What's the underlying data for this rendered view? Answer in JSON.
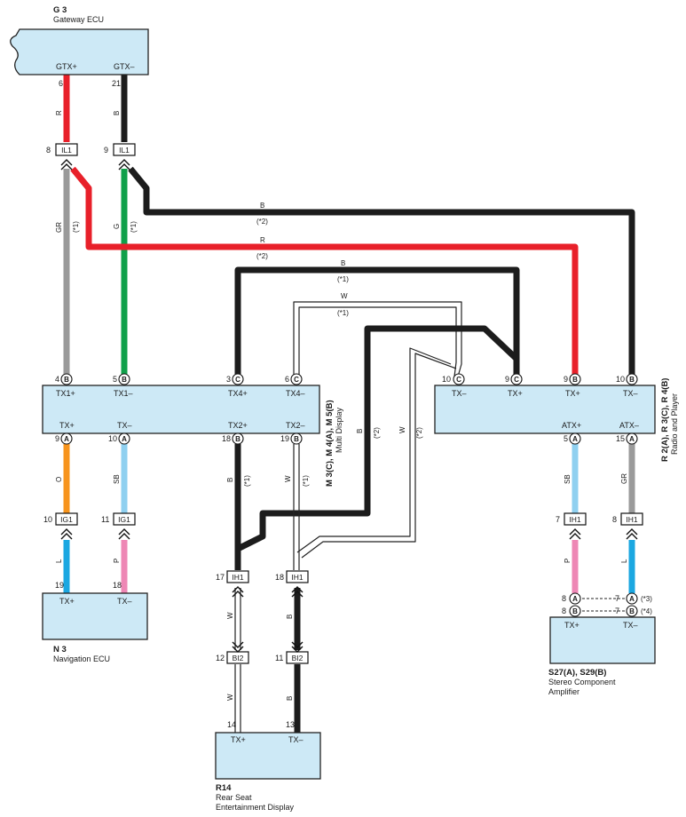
{
  "components": {
    "g3": {
      "code": "G 3",
      "name": "Gateway ECU",
      "pins": [
        "GTX+",
        "GTX–"
      ]
    },
    "multi": {
      "code": "M 3(C), M 4(A), M 5(B)",
      "name": "Multi Display",
      "top_pins": [
        "TX1+",
        "TX1–",
        "TX4+",
        "TX4–"
      ],
      "bottom_pins": [
        "TX+",
        "TX–",
        "TX2+",
        "TX2–"
      ]
    },
    "radio": {
      "code": "R 2(A), R 3(C), R 4(B)",
      "name": "Radio and Player",
      "top_pins": [
        "TX–",
        "TX+",
        "TX+",
        "TX–"
      ],
      "bottom_pins": [
        "ATX+",
        "ATX–"
      ]
    },
    "n3": {
      "code": "N 3",
      "name": "Navigation ECU",
      "pins": [
        "TX+",
        "TX–"
      ]
    },
    "r14": {
      "code": "R14",
      "name_line1": "Rear Seat",
      "name_line2": "Entertainment Display",
      "pins": [
        "TX+",
        "TX–"
      ]
    },
    "s27": {
      "code": "S27(A), S29(B)",
      "name_line1": "Stereo Component",
      "name_line2": "Amplifier",
      "pins": [
        "TX+",
        "TX–"
      ]
    }
  },
  "connectors": {
    "il1": "IL1",
    "ig1": "IG1",
    "ih1": "IH1",
    "bi2": "BI2"
  },
  "pin_numbers": {
    "g3_a": "6",
    "g3_b": "21",
    "il1_a": "8",
    "il1_b": "9",
    "m_t1": "4",
    "m_t2": "5",
    "m_t3": "3",
    "m_t4": "6",
    "m_b1": "9",
    "m_b2": "10",
    "m_b3": "18",
    "m_b4": "19",
    "r_t1": "10",
    "r_t2": "9",
    "r_t3": "9",
    "r_t4": "10",
    "r_b1": "5",
    "r_b2": "15",
    "ig1_a": "10",
    "ig1_b": "11",
    "n3_a": "19",
    "n3_b": "18",
    "ih1_a": "17",
    "ih1_b": "18",
    "ih1_c": "7",
    "ih1_d": "8",
    "bi2_a": "12",
    "bi2_b": "11",
    "r14_a": "14",
    "r14_b": "13",
    "s_a1": "8",
    "s_a2": "7",
    "s_b1": "8",
    "s_b2": "7"
  },
  "pin_letters": {
    "a": "A",
    "b": "B",
    "c": "C"
  },
  "wire_codes": {
    "r": "R",
    "b": "B",
    "gr": "GR",
    "g": "G",
    "w": "W",
    "o": "O",
    "sb": "SB",
    "l": "L",
    "p": "P"
  },
  "notes": {
    "n1": "(*1)",
    "n2": "(*2)",
    "n3": "(*3)",
    "n4": "(*4)"
  },
  "colors": {
    "red": "#e8202a",
    "black": "#1c1c1c",
    "gray": "#9a9a9a",
    "green": "#10a04a",
    "orange": "#f7941d",
    "sky": "#8fd0f0",
    "blue": "#1ba7e1",
    "pink": "#ee87b5",
    "component_fill": "#cde9f6"
  }
}
